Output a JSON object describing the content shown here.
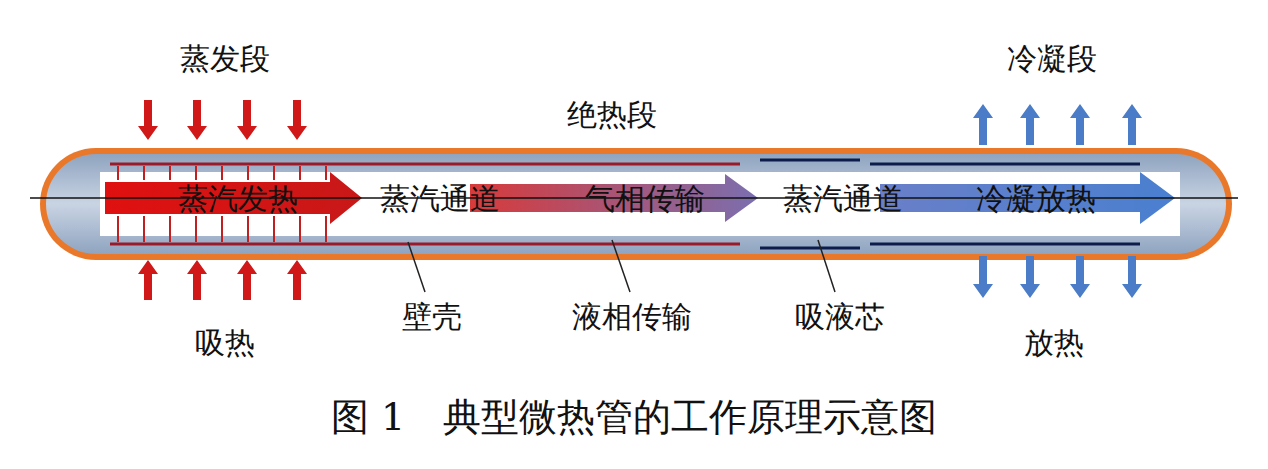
{
  "diagram": {
    "caption": "图 1　典型微热管的工作原理示意图",
    "labels": [
      "蒸发段",
      "绝热段",
      "冷凝段",
      "蒸汽发热",
      "蒸汽通道",
      "气相传输",
      "蒸汽通道",
      "冷凝放热",
      "壁壳",
      "液相传输",
      "吸液芯",
      "吸热",
      "放热"
    ]
  }
}
